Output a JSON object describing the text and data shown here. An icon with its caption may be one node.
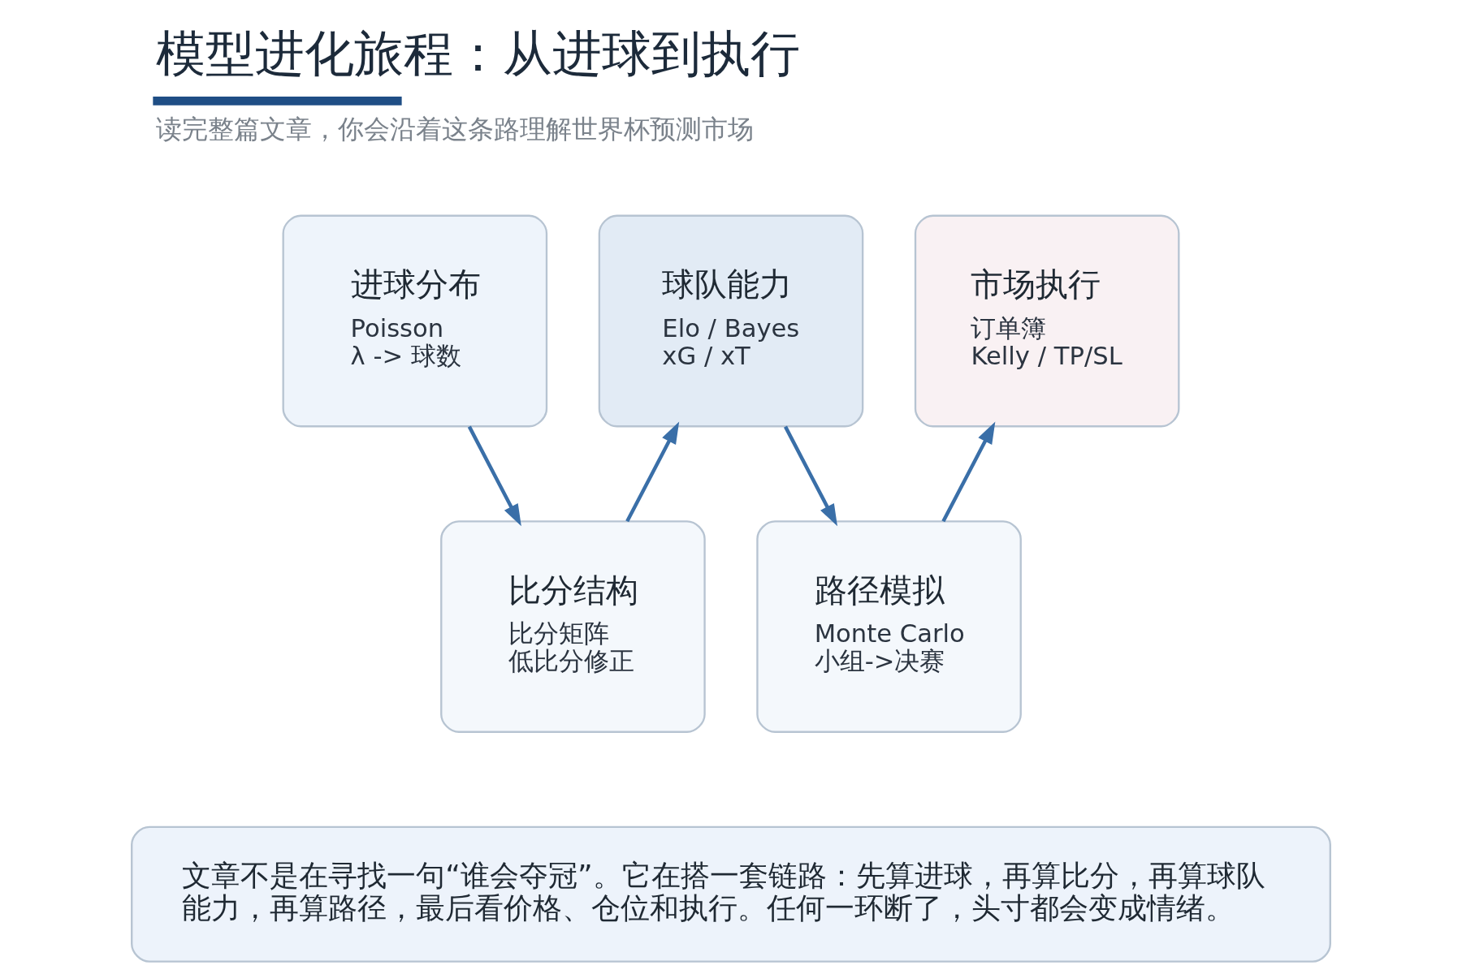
{
  "diagram": {
    "title": "模型进化旅程：从进球到执行",
    "caption": "读完整篇文章，你会沿着这条路理解世界杯预测市场",
    "nodes": [
      {
        "text": [
          "进球分布",
          "Poisson",
          "λ -> 球数"
        ]
      },
      {
        "text": [
          "比分结构",
          "比分矩阵",
          "低比分修正"
        ]
      },
      {
        "text": [
          "球队能力",
          "Elo / Bayes",
          "xG / xT"
        ]
      },
      {
        "text": [
          "路径模拟",
          "Monte Carlo",
          "小组->决赛"
        ]
      },
      {
        "text": [
          "市场执行",
          "订单簿",
          "Kelly / TP/SL"
        ]
      },
      {
        "text": [
          "文章不是在寻找一句“谁会夺冠”。它在搭一套链路：先算进球，再算比分，再算球队能力，再算路径，最后看价格、仓位和执行。任何一环断了，头寸都会变成情绪。"
        ]
      }
    ],
    "edges": [
      {
        "from": 0,
        "to": 1,
        "arrow": "to"
      },
      {
        "from": 1,
        "to": 2,
        "arrow": "to"
      },
      {
        "from": 2,
        "to": 3,
        "arrow": "to"
      },
      {
        "from": 3,
        "to": 4,
        "arrow": "to"
      }
    ]
  }
}
